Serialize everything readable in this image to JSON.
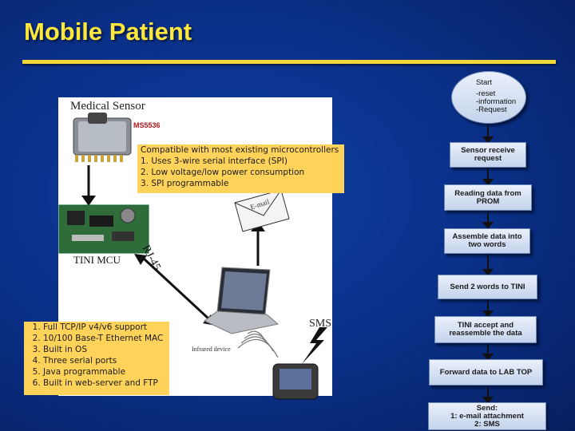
{
  "slide": {
    "title": "Mobile Patient"
  },
  "sensor": {
    "heading": "Medical Sensor",
    "part_number": "MS5536"
  },
  "sensor_note": {
    "heading": "Compatible with most existing microcontrollers",
    "items": [
      "1. Uses 3-wire serial interface (SPI)",
      "2. Low voltage/low power consumption",
      "3. SPI programmable"
    ]
  },
  "tini": {
    "label": "TINI MCU",
    "features": [
      "Full TCP/IP v4/v6 support",
      "10/100 Base-T Ethernet MAC",
      "Built in OS",
      "Three serial ports",
      "Java programmable",
      "Built in web-server and FTP"
    ]
  },
  "links": {
    "rj45": "RJ-45",
    "sms": "SMS",
    "infrared": "Infrared device",
    "email": "E-mail"
  },
  "flow": {
    "start_title": "Start",
    "start_items": [
      "-reset",
      "-information",
      "-Request"
    ],
    "steps": [
      {
        "lines": [
          "Sensor receive",
          "request"
        ]
      },
      {
        "lines": [
          "Reading data from",
          "PROM"
        ]
      },
      {
        "lines": [
          "Assemble data into",
          "two words"
        ]
      },
      {
        "lines": [
          "Send 2 words to TINI"
        ]
      },
      {
        "lines": [
          "TINI accept and",
          "reassemble the data"
        ]
      },
      {
        "lines": [
          "Forward data to LAB TOP"
        ]
      },
      {
        "lines": [
          "Send:",
          "1: e-mail attachment",
          "2: SMS"
        ]
      }
    ]
  },
  "colors": {
    "background": "#0a2f86",
    "title": "#ffe83a",
    "note": "#ffd35a",
    "flow_box": "#c4d3ec"
  }
}
